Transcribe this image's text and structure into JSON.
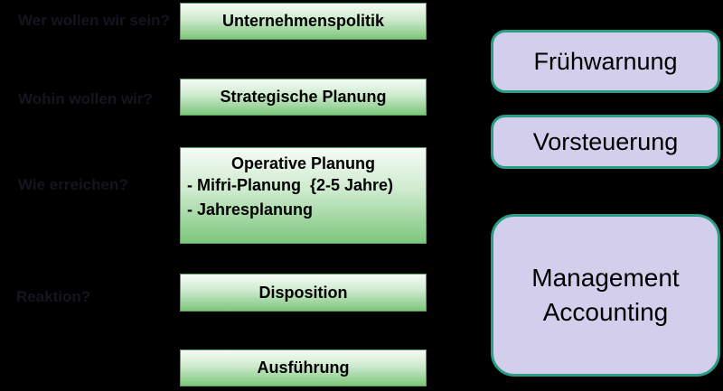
{
  "colors": {
    "bg": "#000000",
    "question-text": "#15151e",
    "process-border": "#57a257",
    "process-grad-top": "#f6fbf6",
    "process-grad-mid": "#cdeacd",
    "process-grad-bottom": "#7cc67c",
    "process-text": "#000000",
    "control-fill": "#d3ceec",
    "control-border": "#2a9d85",
    "control-text": "#000000",
    "connector": "#000000"
  },
  "questions": [
    {
      "label": "Wer wollen wir sein?"
    },
    {
      "label": "Wohin wollen wir?"
    },
    {
      "label": "Wie erreichen?"
    },
    {
      "label": "Reaktion?"
    }
  ],
  "process_boxes": [
    {
      "title": "Unternehmenspolitik"
    },
    {
      "title": "Strategische Planung"
    },
    {
      "title": "Operative Planung",
      "bullets": [
        "- Mifri-Planung  {2-5 Jahre)",
        "- Jahresplanung"
      ]
    },
    {
      "title": "Disposition"
    },
    {
      "title": "Ausführung"
    }
  ],
  "controlling_boxes": [
    {
      "label": "Frühwarnung"
    },
    {
      "label": "Vorsteuerung"
    },
    {
      "label": "Management Accounting"
    }
  ]
}
